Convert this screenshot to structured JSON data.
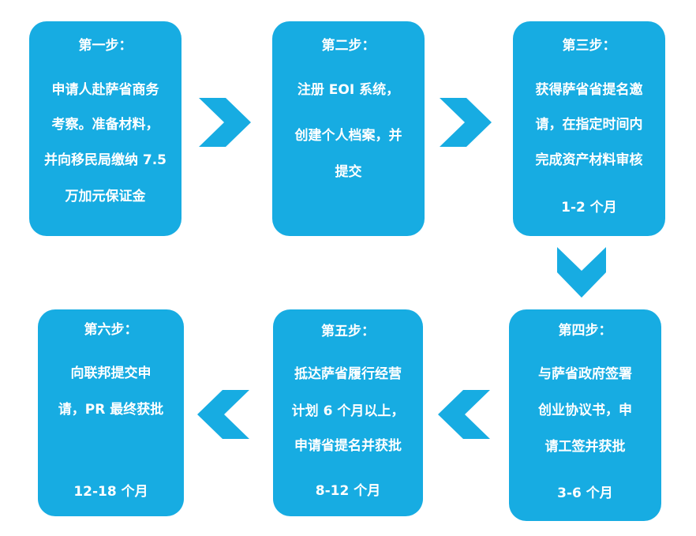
{
  "colors": {
    "box": "#17ACE2",
    "text": "#FFFFFF",
    "arrow": "#17ACE2"
  },
  "steps": [
    {
      "title": "第一步：",
      "lines": [
        "申请人赴萨省商务",
        "考察。准备材料，",
        "并向移民局缴纳 7.5",
        "万加元保证金"
      ],
      "duration": ""
    },
    {
      "title": "第二步：",
      "lines": [
        "注册 EOI 系统，",
        "创建个人档案，并",
        "提交"
      ],
      "duration": ""
    },
    {
      "title": "第三步：",
      "lines": [
        "获得萨省省提名邀",
        "请，在指定时间内",
        "完成资产材料审核"
      ],
      "duration": "1-2 个月"
    },
    {
      "title": "第四步：",
      "lines": [
        "与萨省政府签署",
        "创业协议书，申",
        "请工签并获批"
      ],
      "duration": "3-6 个月"
    },
    {
      "title": "第五步：",
      "lines": [
        "抵达萨省履行经营",
        "计划 6 个月以上，",
        "申请省提名并获批"
      ],
      "duration": "8-12 个月"
    },
    {
      "title": "第六步：",
      "lines": [
        "向联邦提交申",
        "请，PR 最终获批"
      ],
      "duration": "12-18 个月"
    }
  ],
  "arrows": [
    "right-arrow",
    "right-arrow",
    "down-arrow",
    "left-arrow",
    "left-arrow"
  ]
}
